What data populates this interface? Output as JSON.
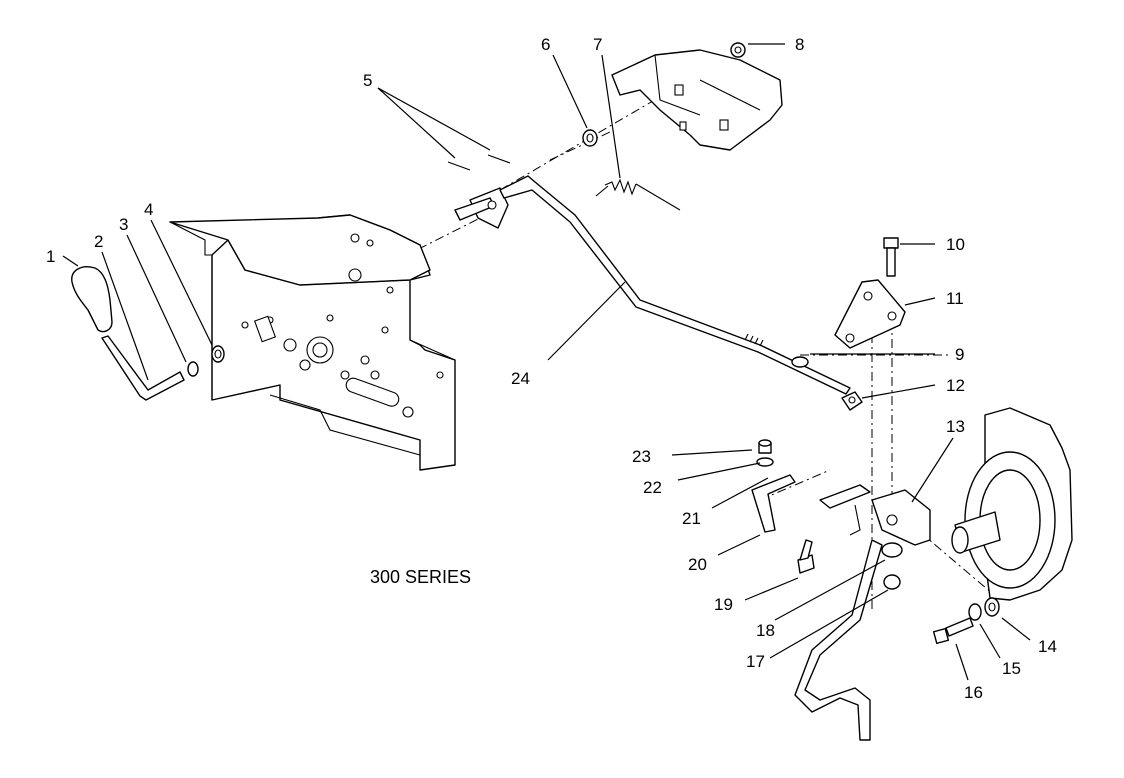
{
  "diagram": {
    "series_label": "300 SERIES",
    "callouts": [
      "1",
      "2",
      "3",
      "4",
      "5",
      "6",
      "7",
      "8",
      "9",
      "10",
      "11",
      "12",
      "13",
      "14",
      "15",
      "16",
      "17",
      "18",
      "19",
      "20",
      "21",
      "22",
      "23",
      "24"
    ]
  }
}
